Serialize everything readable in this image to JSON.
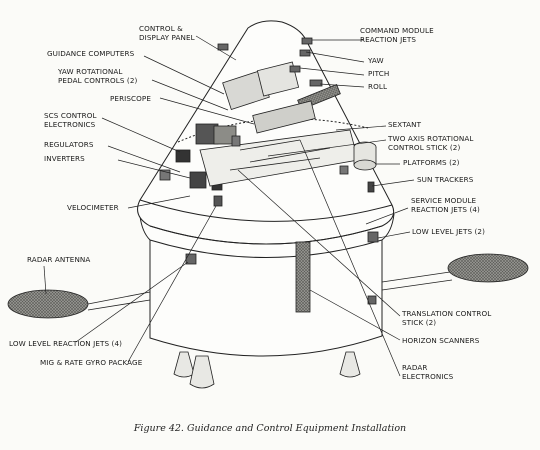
{
  "figure": {
    "caption": "Figure 42. Guidance and Control Equipment Installation"
  },
  "labels": {
    "control_display_panel": "CONTROL &\nDISPLAY PANEL",
    "guidance_computers": "GUIDANCE COMPUTERS",
    "yaw_pedal": "YAW ROTATIONAL\nPEDAL CONTROLS (2)",
    "periscope": "PERISCOPE",
    "scs_control": "SCS CONTROL\nELECTRONICS",
    "regulators": "REGULATORS",
    "inverters": "INVERTERS",
    "velocimeter": "VELOCIMETER",
    "radar_antenna": "RADAR ANTENNA",
    "low_level_reaction_jets": "LOW LEVEL REACTION JETS (4)",
    "mig_rate_gyro": "MIG & RATE GYRO PACKAGE",
    "command_module_jets": "COMMAND MODULE\nREACTION JETS",
    "yaw": "YAW",
    "pitch": "PITCH",
    "roll": "ROLL",
    "sextant": "SEXTANT",
    "two_axis_stick": "TWO AXIS ROTATIONAL\nCONTROL STICK (2)",
    "platforms": "PLATFORMS (2)",
    "sun_trackers": "SUN TRACKERS",
    "service_module_jets": "SERVICE MODULE\nREACTION JETS (4)",
    "low_level_jets": "LOW LEVEL JETS (2)",
    "translation_stick": "TRANSLATION CONTROL\nSTICK (2)",
    "horizon_scanners": "HORIZON SCANNERS",
    "radar_electronics": "RADAR\nELECTRONICS"
  }
}
